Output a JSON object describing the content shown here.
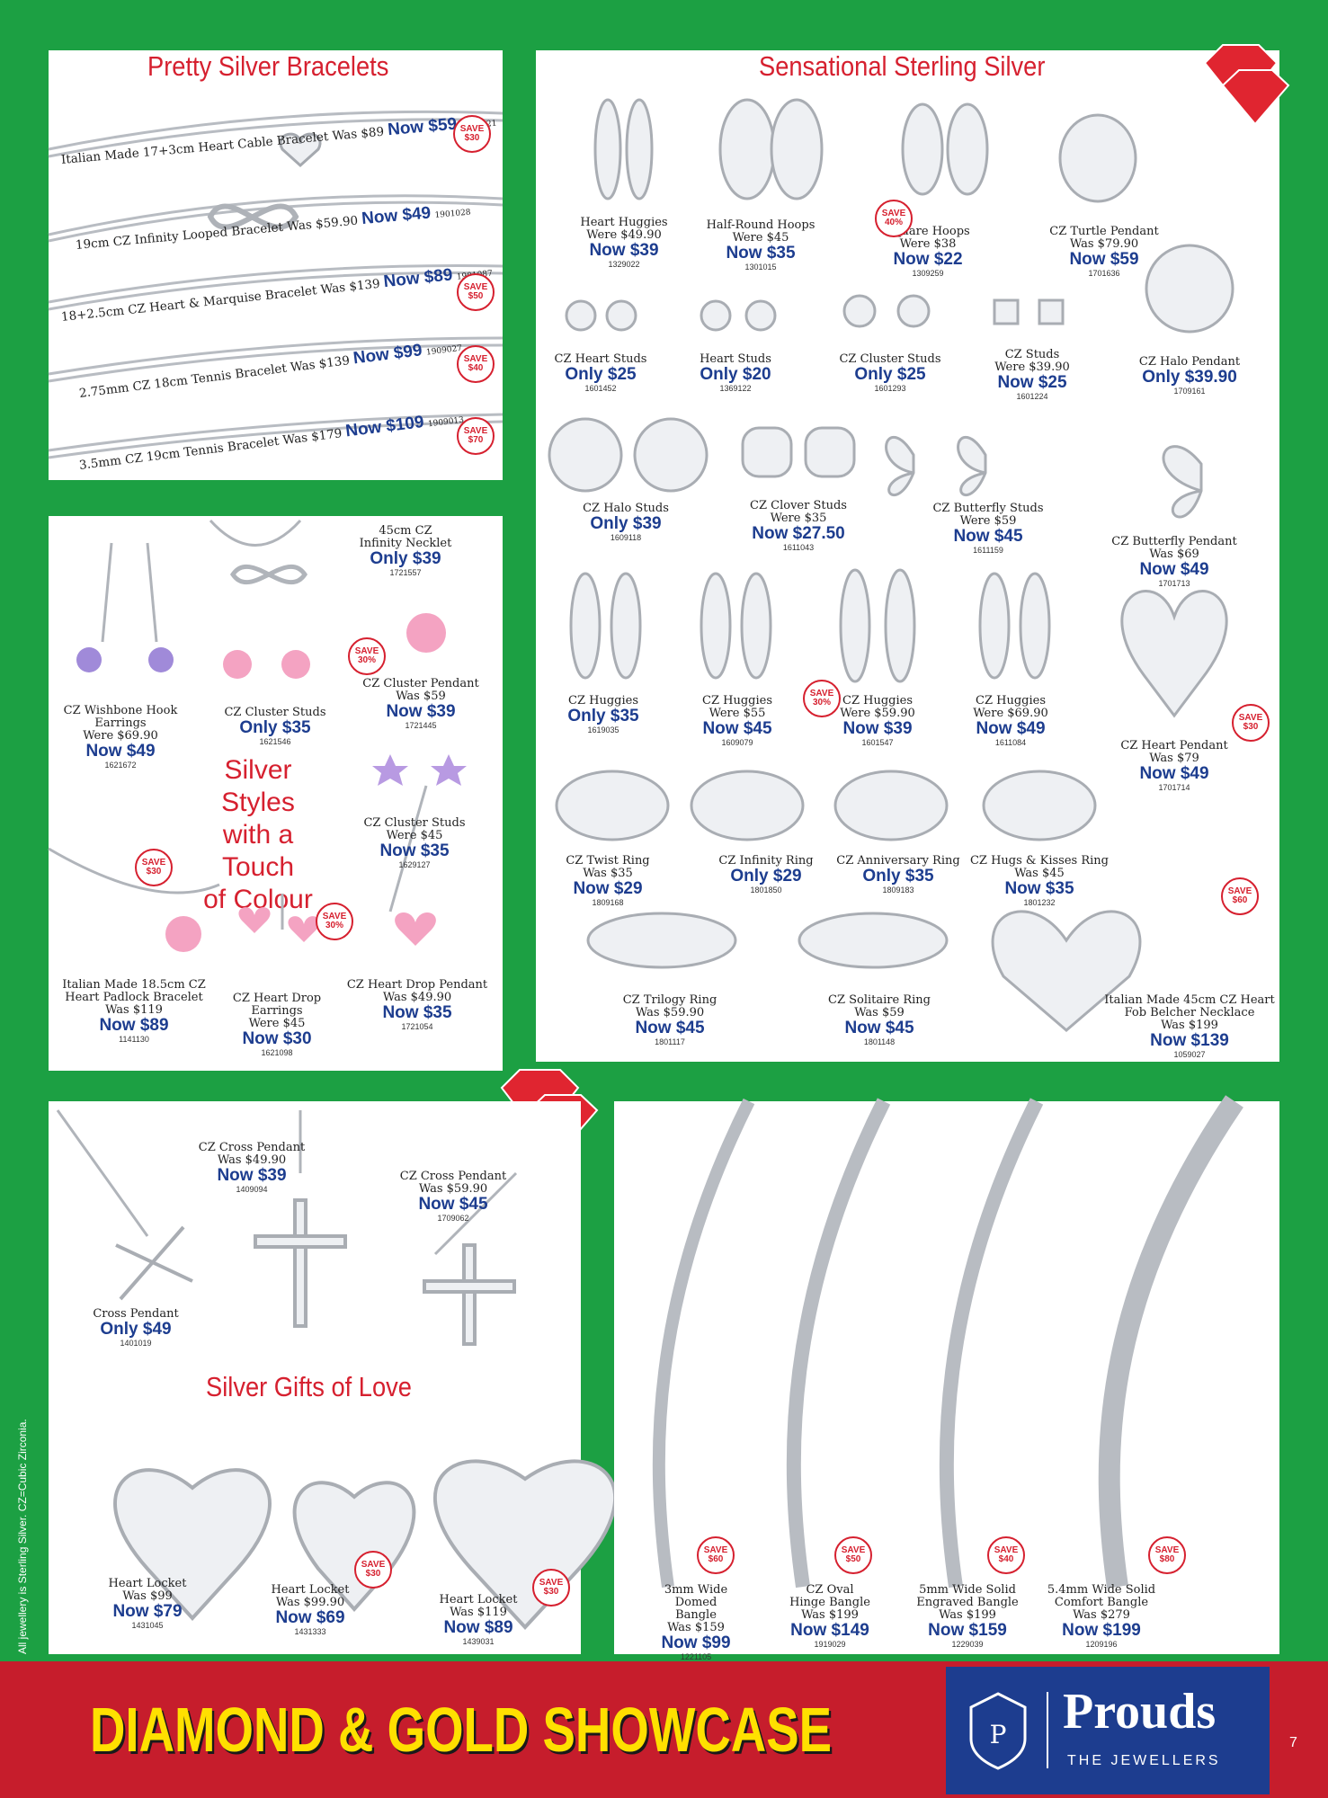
{
  "colors": {
    "background_green": "#1ca043",
    "accent_red": "#d6202f",
    "price_blue": "#1d3d8f",
    "banner_red": "#c61d2c",
    "banner_yellow": "#ffe000",
    "logo_navy": "#1d3d8f"
  },
  "bracelets": {
    "title": "Pretty Silver Bracelets",
    "items": [
      {
        "name": "Italian Made 17+3cm Heart Cable Bracelet",
        "was": "Was $89",
        "now": "Now $59",
        "code": "1179121",
        "save": [
          "SAVE",
          "$30"
        ]
      },
      {
        "name": "19cm CZ Infinity Looped Bracelet",
        "was": "Was $59.90",
        "now": "Now $49",
        "code": "1901028",
        "save": null
      },
      {
        "name": "18+2.5cm CZ Heart & Marquise Bracelet",
        "was": "Was $139",
        "now": "Now $89",
        "code": "1901087",
        "save": [
          "SAVE",
          "$50"
        ]
      },
      {
        "name": "2.75mm CZ 18cm Tennis Bracelet",
        "was": "Was $139",
        "now": "Now $99",
        "code": "1909027",
        "save": [
          "SAVE",
          "$40"
        ]
      },
      {
        "name": "3.5mm CZ 19cm Tennis Bracelet",
        "was": "Was $179",
        "now": "Now $109",
        "code": "1909013",
        "save": [
          "SAVE",
          "$70"
        ]
      }
    ]
  },
  "sterling": {
    "title": "Sensational Sterling Silver",
    "items": [
      {
        "n1": "Heart Huggies",
        "w": "Were $49.90",
        "p": "Now $39",
        "c": "1329022"
      },
      {
        "n1": "Half-Round Hoops",
        "w": "Were $45",
        "p": "Now $35",
        "c": "1301015"
      },
      {
        "n1": "Square Hoops",
        "w": "Were $38",
        "p": "Now $22",
        "c": "1309259"
      },
      {
        "n1": "CZ Turtle Pendant",
        "w": "Was $79.90",
        "p": "Now $59",
        "c": "1701636"
      },
      {
        "n1": "CZ Heart Studs",
        "w": "",
        "p": "Only $25",
        "c": "1601452"
      },
      {
        "n1": "Heart Studs",
        "w": "",
        "p": "Only $20",
        "c": "1369122"
      },
      {
        "n1": "CZ Cluster Studs",
        "w": "",
        "p": "Only $25",
        "c": "1601293"
      },
      {
        "n1": "CZ Studs",
        "w": "Were $39.90",
        "p": "Now $25",
        "c": "1601224"
      },
      {
        "n1": "CZ Halo Pendant",
        "w": "",
        "p": "Only $39.90",
        "c": "1709161"
      },
      {
        "n1": "CZ Halo Studs",
        "w": "",
        "p": "Only $39",
        "c": "1609118"
      },
      {
        "n1": "CZ Clover Studs",
        "w": "Were $35",
        "p": "Now $27.50",
        "c": "1611043"
      },
      {
        "n1": "CZ Butterfly Studs",
        "w": "Were $59",
        "p": "Now $45",
        "c": "1611159"
      },
      {
        "n1": "CZ Butterfly Pendant",
        "w": "Was $69",
        "p": "Now $49",
        "c": "1701713"
      },
      {
        "n1": "CZ Huggies",
        "w": "",
        "p": "Only $35",
        "c": "1619035"
      },
      {
        "n1": "CZ Huggies",
        "w": "Were $55",
        "p": "Now $45",
        "c": "1609079"
      },
      {
        "n1": "CZ Huggies",
        "w": "Were $59.90",
        "p": "Now $39",
        "c": "1601547"
      },
      {
        "n1": "CZ Huggies",
        "w": "Were $69.90",
        "p": "Now $49",
        "c": "1611084"
      },
      {
        "n1": "CZ Heart Pendant",
        "w": "Was $79",
        "p": "Now $49",
        "c": "1701714"
      },
      {
        "n1": "CZ Twist Ring",
        "w": "Was $35",
        "p": "Now $29",
        "c": "1809168"
      },
      {
        "n1": "CZ Infinity Ring",
        "w": "",
        "p": "Only $29",
        "c": "1801850"
      },
      {
        "n1": "CZ Anniversary Ring",
        "w": "",
        "p": "Only $35",
        "c": "1809183"
      },
      {
        "n1": "CZ Hugs & Kisses Ring",
        "w": "Was $45",
        "p": "Now $35",
        "c": "1801232"
      },
      {
        "n1": "CZ Trilogy Ring",
        "w": "Was $59.90",
        "p": "Now $45",
        "c": "1801117"
      },
      {
        "n1": "CZ Solitaire Ring",
        "w": "Was $59",
        "p": "Now $45",
        "c": "1801148"
      },
      {
        "n1": "Italian Made 45cm CZ Heart Fob Belcher Necklace",
        "w": "Was $199",
        "p": "Now $139",
        "c": "1059027"
      }
    ],
    "saves": [
      [
        "SAVE",
        "40%"
      ],
      [
        "SAVE",
        "30%"
      ],
      [
        "SAVE",
        "$30"
      ],
      [
        "SAVE",
        "$60"
      ]
    ]
  },
  "colour": {
    "title_lines": [
      "Silver Styles",
      "with a Touch",
      "of Colour"
    ],
    "items": [
      {
        "n1": "45cm CZ Infinity Necklet",
        "w": "",
        "p": "Only $39",
        "c": "1721557"
      },
      {
        "n1": "CZ Wishbone Hook Earrings",
        "w": "Were $69.90",
        "p": "Now $49",
        "c": "1621672"
      },
      {
        "n1": "CZ Cluster Studs",
        "w": "",
        "p": "Only $35",
        "c": "1621546"
      },
      {
        "n1": "CZ Cluster Pendant",
        "w": "Was $59",
        "p": "Now $39",
        "c": "1721445"
      },
      {
        "n1": "CZ Cluster Studs",
        "w": "Were $45",
        "p": "Now $35",
        "c": "1629127"
      },
      {
        "n1": "Italian Made 18.5cm CZ Heart Padlock Bracelet",
        "w": "Was $119",
        "p": "Now $89",
        "c": "1141130"
      },
      {
        "n1": "CZ Heart Drop Earrings",
        "w": "Were $45",
        "p": "Now $30",
        "c": "1621098"
      },
      {
        "n1": "CZ Heart Drop Pendant",
        "w": "Was $49.90",
        "p": "Now $35",
        "c": "1721054"
      }
    ],
    "saves": [
      [
        "SAVE",
        "30%"
      ],
      [
        "SAVE",
        "$30"
      ],
      [
        "SAVE",
        "30%"
      ]
    ]
  },
  "love": {
    "title": "Silver Gifts of Love",
    "items": [
      {
        "n1": "CZ Cross Pendant",
        "w": "Was $49.90",
        "p": "Now $39",
        "c": "1409094"
      },
      {
        "n1": "CZ Cross Pendant",
        "w": "Was $59.90",
        "p": "Now $45",
        "c": "1709062"
      },
      {
        "n1": "Cross Pendant",
        "w": "",
        "p": "Only $49",
        "c": "1401019"
      },
      {
        "n1": "Heart Locket",
        "w": "Was $99",
        "p": "Now $79",
        "c": "1431045"
      },
      {
        "n1": "Heart Locket",
        "w": "Was $99.90",
        "p": "Now $69",
        "c": "1431333"
      },
      {
        "n1": "Heart Locket",
        "w": "Was $119",
        "p": "Now $89",
        "c": "1439031"
      }
    ],
    "saves": [
      [
        "SAVE",
        "$30"
      ],
      [
        "SAVE",
        "$30"
      ]
    ]
  },
  "bangles": {
    "items": [
      {
        "n1": "3mm Wide Domed Bangle",
        "w": "Was $159",
        "p": "Now $99",
        "c": "1221105"
      },
      {
        "n1": "CZ Oval Hinge Bangle",
        "w": "Was $199",
        "p": "Now $149",
        "c": "1919029"
      },
      {
        "n1": "5mm Wide Solid Engraved Bangle",
        "w": "Was $199",
        "p": "Now $159",
        "c": "1229039"
      },
      {
        "n1": "5.4mm Wide Solid Comfort Bangle",
        "w": "Was $279",
        "p": "Now $199",
        "c": "1209196"
      }
    ],
    "saves": [
      [
        "SAVE",
        "$60"
      ],
      [
        "SAVE",
        "$50"
      ],
      [
        "SAVE",
        "$40"
      ],
      [
        "SAVE",
        "$80"
      ]
    ]
  },
  "side_note": "All jewellery is Sterling Silver. CZ=Cubic Zirconia.",
  "banner": {
    "title": "DIAMOND & GOLD SHOWCASE",
    "brand": "Prouds",
    "tagline": "THE JEWELLERS",
    "page": "7"
  }
}
